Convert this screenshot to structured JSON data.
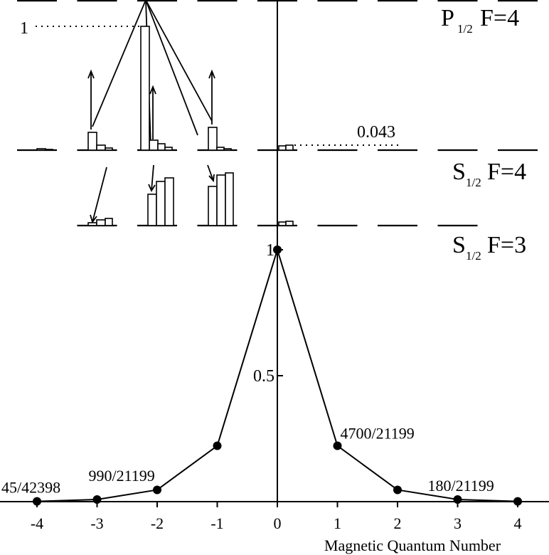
{
  "levels": {
    "p_half_f4": {
      "main": "P",
      "sub": "1/2",
      "f": "F=4"
    },
    "s_half_f4": {
      "main": "S",
      "sub": "1/2",
      "f": "F=4"
    },
    "s_half_f3": {
      "main": "S",
      "sub": "1/2",
      "f": "F=3"
    }
  },
  "diagram_annotations": {
    "top_bar_value": "1",
    "side_value": "0.043"
  },
  "chart_data": {
    "type": "line",
    "xlabel": "Magnetic Quantum Number",
    "x": [
      -4,
      -3,
      -2,
      -1,
      0,
      1,
      2,
      3,
      4
    ],
    "x_tick_labels": [
      "-4",
      "-3",
      "-2",
      "-1",
      "0",
      "1",
      "2",
      "3",
      "4"
    ],
    "y_tick_labels": [
      "1",
      "0.5"
    ],
    "y_ticks": [
      1,
      0.5
    ],
    "ylim": [
      0,
      1
    ],
    "values": [
      0.0011,
      0.0085,
      0.0467,
      0.2217,
      1.0,
      0.2217,
      0.0467,
      0.0085,
      0.0011
    ],
    "point_labels": [
      {
        "x": -4,
        "text": "45/42398"
      },
      {
        "x": -3,
        "text": "990/21199"
      },
      {
        "x": 1,
        "text": "4700/21199"
      },
      {
        "x": 3,
        "text": "180/21199"
      }
    ]
  }
}
